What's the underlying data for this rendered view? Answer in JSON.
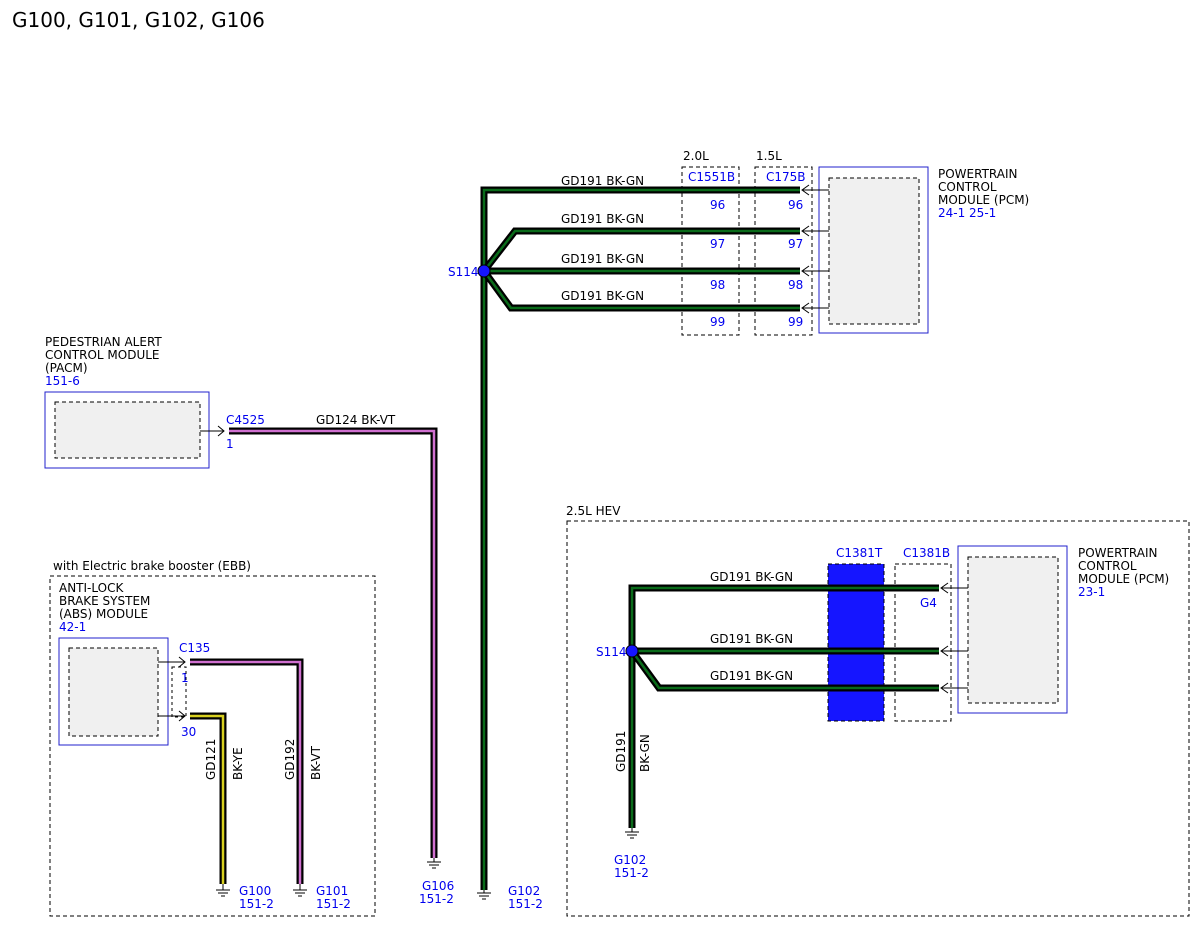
{
  "title": "G100, G101, G102, G106",
  "colors": {
    "blue_text": "#0000ee",
    "wire_bk_gn": "#0a6b1a",
    "wire_bk_vt": "#d070d0",
    "wire_bk_ye": "#d8d020",
    "splice": "#1515ff",
    "module_fill": "#f0f0f0"
  },
  "pcm_top": {
    "name_lines": [
      "POWERTRAIN",
      "CONTROL",
      "MODULE (PCM)"
    ],
    "ref": "24-1  25-1",
    "variant_20": "2.0L",
    "variant_15": "1.5L",
    "conn_a": "C1551B",
    "conn_b": "C175B",
    "splice": "S114",
    "wires": [
      {
        "label": "GD191  BK-GN",
        "pin_a": "96",
        "pin_b": "96"
      },
      {
        "label": "GD191  BK-GN",
        "pin_a": "97",
        "pin_b": "97"
      },
      {
        "label": "GD191  BK-GN",
        "pin_a": "98",
        "pin_b": "98"
      },
      {
        "label": "GD191  BK-GN",
        "pin_a": "99",
        "pin_b": "99"
      }
    ]
  },
  "pacm": {
    "name_lines": [
      "PEDESTRIAN ALERT",
      "CONTROL MODULE",
      "(PACM)"
    ],
    "ref": "151-6",
    "connector": "C4525",
    "pin": "1",
    "wire_label": "GD124  BK-VT"
  },
  "abs": {
    "group_label": "with Electric brake booster (EBB)",
    "name_lines": [
      "ANTI-LOCK",
      "BRAKE SYSTEM",
      "(ABS) MODULE"
    ],
    "ref": "42-1",
    "connector": "C135",
    "pin_1": "1",
    "pin_30": "30",
    "wire_121_circuit": "GD121",
    "wire_121_color": "BK-YE",
    "wire_192_circuit": "GD192",
    "wire_192_color": "BK-VT"
  },
  "hev": {
    "group_label": "2.5L HEV",
    "name_lines": [
      "POWERTRAIN",
      "CONTROL",
      "MODULE (PCM)"
    ],
    "ref": "23-1",
    "conn_t": "C1381T",
    "conn_b": "C1381B",
    "pin": "G4",
    "splice": "S114",
    "wire_labels": [
      "GD191  BK-GN",
      "GD191  BK-GN",
      "GD191  BK-GN"
    ],
    "ground_circuit": "GD191",
    "ground_color": "BK-GN"
  },
  "grounds": [
    {
      "name": "G100",
      "ref": "151-2"
    },
    {
      "name": "G101",
      "ref": "151-2"
    },
    {
      "name": "G106",
      "ref": "151-2"
    },
    {
      "name": "G102",
      "ref": "151-2"
    },
    {
      "name": "G102",
      "ref": "151-2"
    }
  ]
}
